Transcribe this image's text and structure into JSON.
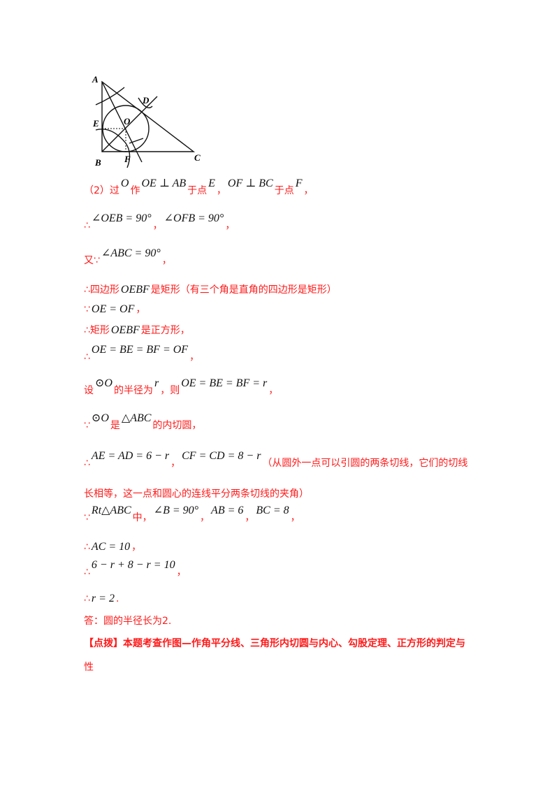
{
  "figure": {
    "labels": {
      "A": "A",
      "B": "B",
      "C": "C",
      "D": "D",
      "E": "E",
      "F": "F",
      "O": "O"
    }
  },
  "colors": {
    "text_red": "#ff1a1a",
    "math": "#111111"
  },
  "lines": [
    [
      {
        "t": "（2）过",
        "k": "cn"
      },
      {
        "t": "O",
        "k": "m"
      },
      {
        "t": "作",
        "k": "cn"
      },
      {
        "t": "OE ⊥ AB",
        "k": "m"
      },
      {
        "t": "于点",
        "k": "cn"
      },
      {
        "t": "E",
        "k": "m"
      },
      {
        "t": "，",
        "k": "cn"
      },
      {
        "t": "OF ⊥ BC",
        "k": "m"
      },
      {
        "t": "于点",
        "k": "cn"
      },
      {
        "t": "F",
        "k": "m"
      },
      {
        "t": "，",
        "k": "cn"
      }
    ],
    [
      {
        "t": "∴",
        "k": "cn"
      },
      {
        "t": "∠OEB = 90°",
        "k": "m"
      },
      {
        "t": "，",
        "k": "cn"
      },
      {
        "t": "∠OFB = 90°",
        "k": "m"
      },
      {
        "t": "，",
        "k": "cn"
      }
    ],
    [
      {
        "t": "又∵",
        "k": "cn"
      },
      {
        "t": "∠ABC = 90°",
        "k": "m"
      },
      {
        "t": "，",
        "k": "cn"
      }
    ],
    [
      {
        "t": "∴四边形",
        "k": "cn"
      },
      {
        "t": "OEBF",
        "k": "mn"
      },
      {
        "t": "是矩形（有三个角是直角的四边形是矩形）",
        "k": "cn"
      }
    ],
    [
      {
        "t": "∵",
        "k": "cn"
      },
      {
        "t": "OE = OF",
        "k": "mn"
      },
      {
        "t": "，",
        "k": "cn"
      }
    ],
    [
      {
        "t": "∴矩形",
        "k": "cn"
      },
      {
        "t": "OEBF",
        "k": "mn"
      },
      {
        "t": "是正方形，",
        "k": "cn"
      }
    ],
    [
      {
        "t": "∴",
        "k": "cn"
      },
      {
        "t": "OE = BE = BF = OF",
        "k": "m"
      },
      {
        "t": "，",
        "k": "cn"
      }
    ],
    [
      {
        "t": "设",
        "k": "cn"
      },
      {
        "t": "⊙O",
        "k": "m"
      },
      {
        "t": "的半径为",
        "k": "cn"
      },
      {
        "t": "r",
        "k": "m"
      },
      {
        "t": "，则",
        "k": "cn"
      },
      {
        "t": "OE = BE = BF = r",
        "k": "m"
      },
      {
        "t": "，",
        "k": "cn"
      }
    ],
    [
      {
        "t": "∵",
        "k": "cn"
      },
      {
        "t": "⊙O",
        "k": "m"
      },
      {
        "t": "是",
        "k": "cn"
      },
      {
        "t": "△ABC",
        "k": "m"
      },
      {
        "t": "的内切圆，",
        "k": "cn"
      }
    ],
    [
      {
        "t": "∴",
        "k": "cn"
      },
      {
        "t": "AE = AD = 6 − r",
        "k": "m"
      },
      {
        "t": "，",
        "k": "cn"
      },
      {
        "t": "CF = CD = 8 − r",
        "k": "m"
      },
      {
        "t": "（从圆外一点可以引圆的两条切线，它们的切线",
        "k": "cn"
      }
    ],
    [
      {
        "t": "长相等，这一点和圆心的连线平分两条切线的夹角）",
        "k": "cn"
      }
    ],
    [
      {
        "t": "∵",
        "k": "cn"
      },
      {
        "t": "Rt△ABC",
        "k": "m"
      },
      {
        "t": "中，",
        "k": "cn"
      },
      {
        "t": "∠B = 90°",
        "k": "m"
      },
      {
        "t": "，",
        "k": "cn"
      },
      {
        "t": "AB = 6",
        "k": "m"
      },
      {
        "t": "，",
        "k": "cn"
      },
      {
        "t": "BC = 8",
        "k": "m"
      },
      {
        "t": "，",
        "k": "cn"
      }
    ],
    [
      {
        "t": "∴",
        "k": "cn"
      },
      {
        "t": "AC = 10",
        "k": "mn"
      },
      {
        "t": "，",
        "k": "cn"
      }
    ],
    [
      {
        "t": "∴",
        "k": "cn"
      },
      {
        "t": "6 − r + 8 − r = 10",
        "k": "m"
      },
      {
        "t": "，",
        "k": "cn"
      }
    ],
    [
      {
        "t": "∴",
        "k": "cn"
      },
      {
        "t": "r = 2",
        "k": "mn"
      },
      {
        "t": ".",
        "k": "cn"
      }
    ],
    [
      {
        "t": "答：圆的半径长为2.",
        "k": "cn"
      }
    ],
    [
      {
        "t": "【点拨】本题考查作图—作角平分线、三角形内切圆与内心、勾股定理、正方形的判定与",
        "k": "cn"
      }
    ],
    [
      {
        "t": "性",
        "k": "cn"
      }
    ]
  ]
}
